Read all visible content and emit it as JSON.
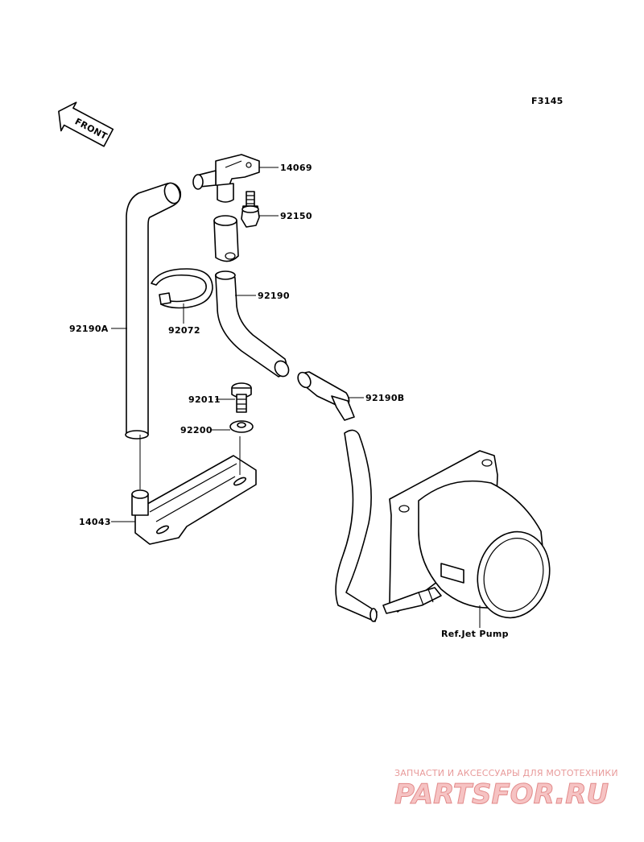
{
  "figure_code": "F3145",
  "front_marker": "FRONT",
  "labels": {
    "p14069": "14069",
    "p92150": "92150",
    "p92190": "92190",
    "p92072": "92072",
    "p92190A": "92190A",
    "p92011": "92011",
    "p92190B": "92190B",
    "p92200": "92200",
    "p14043": "14043",
    "ref_jet_pump": "Ref.Jet Pump"
  },
  "watermark": {
    "line1": "ЗАПЧАСТИ И АКСЕССУАРЫ ДЛЯ МОТОТЕХНИКИ",
    "line2": "PARTSFOR.RU"
  }
}
